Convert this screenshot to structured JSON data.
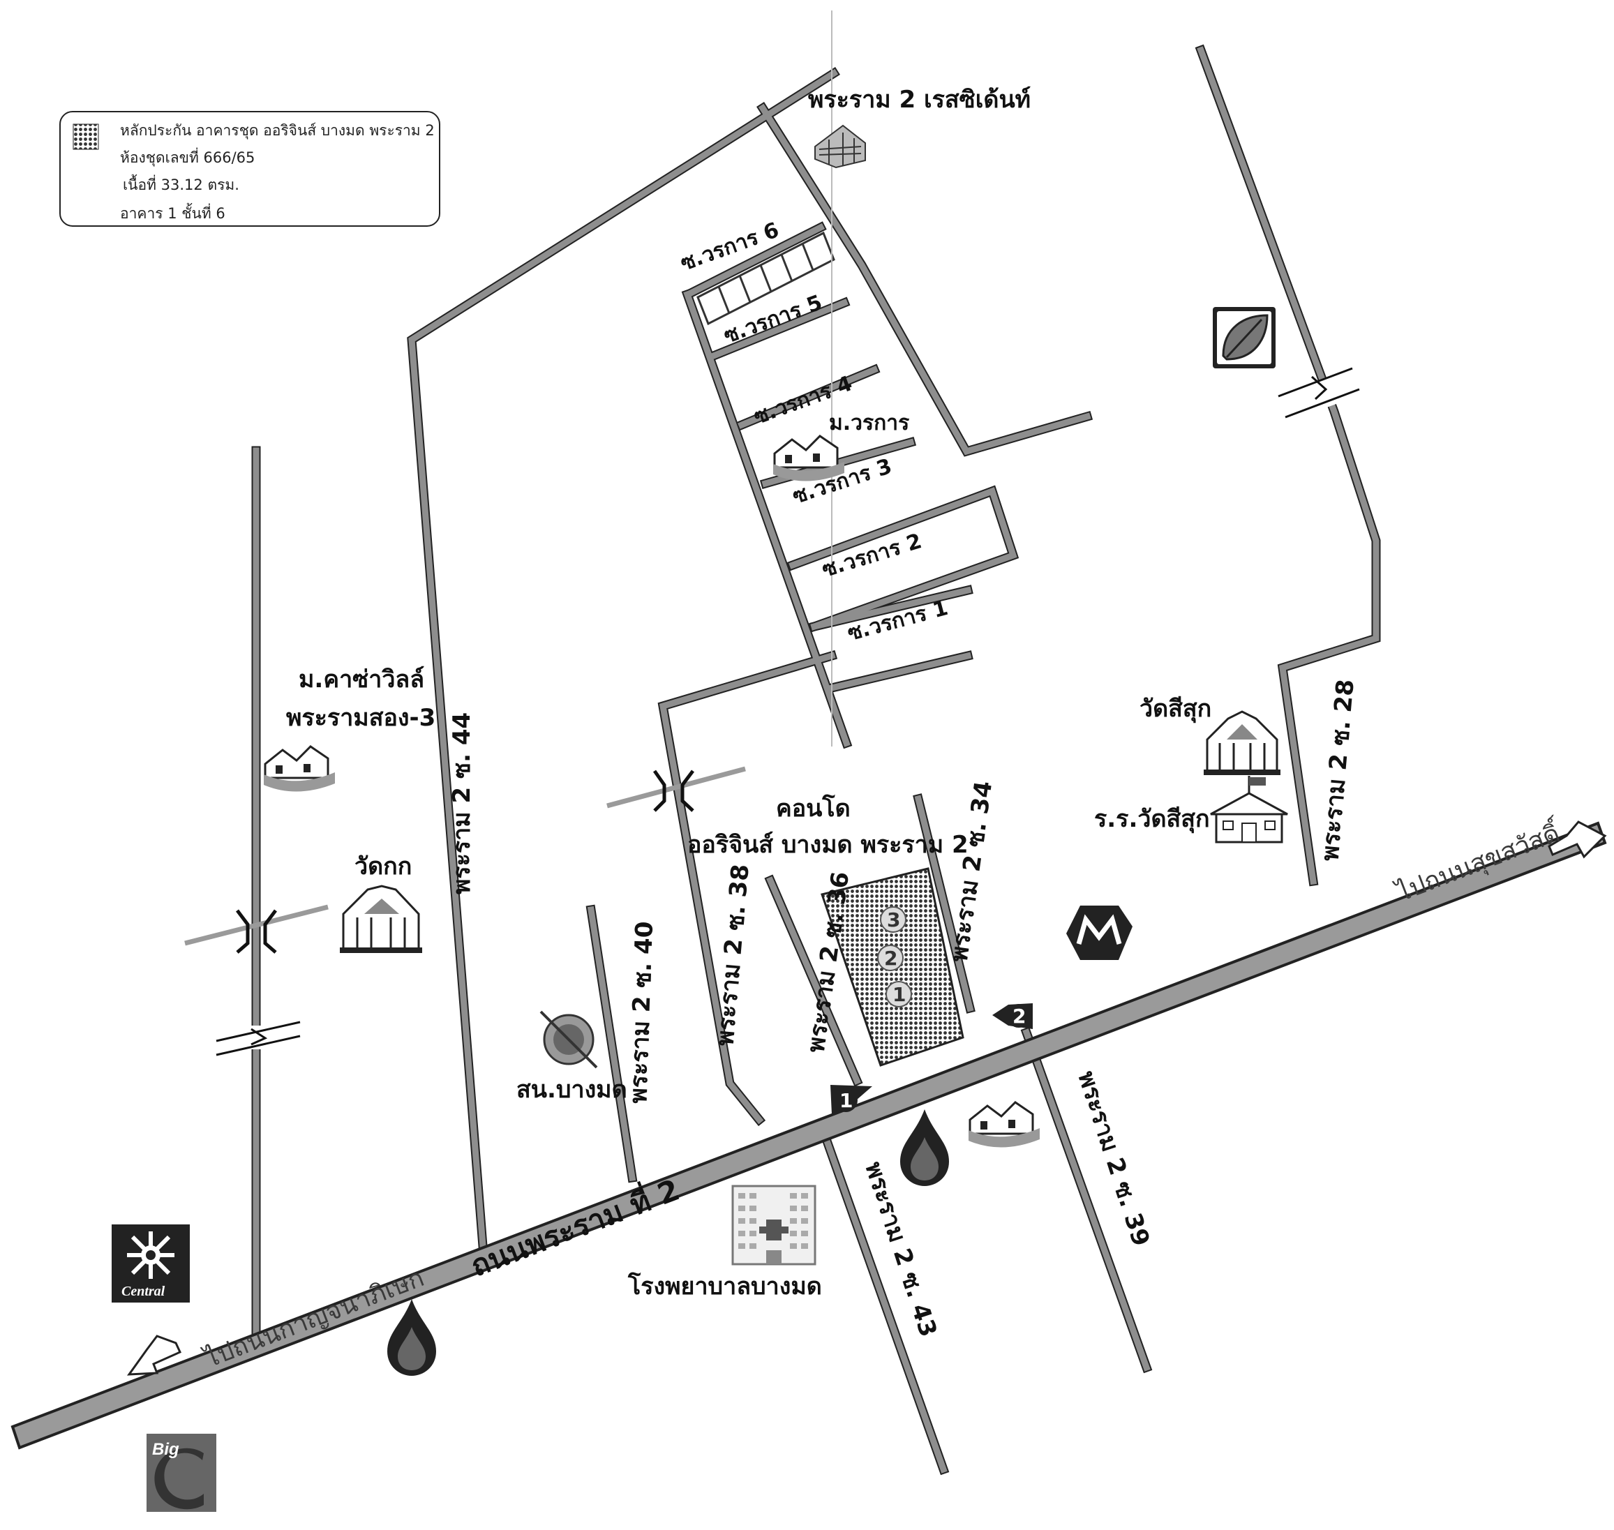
{
  "legend": {
    "line1": "หลักประกัน อาคารชุด ออริจินส์ บางมด พระราม 2",
    "line2": "ห้องชุดเลขที่  666/65",
    "line3": "เนื้อที่ 33.12  ตรม.",
    "line4": "อาคาร 1 ชั้นที่ 6"
  },
  "roads": {
    "main": "ถนนพระราม ที่ 2",
    "to_kanchana": "ไปถนนกาญจนาภิเษก",
    "to_suksawat": "ไปถนนสุขสวัสดิ์",
    "soi44": "พระราม 2 ซ. 44",
    "soi40": "พระราม 2 ซ. 40",
    "soi38": "พระราม 2 ซ. 38",
    "soi36": "พระราม 2 ซ. 36",
    "soi34": "พระราม 2 ซ. 34",
    "soi28": "พระราม 2 ซ. 28",
    "soi43": "พระราม 2 ซ. 43",
    "soi39": "พระราม 2 ซ. 39",
    "worakan1": "ซ.วรการ 1",
    "worakan2": "ซ.วรการ 2",
    "worakan3": "ซ.วรการ 3",
    "worakan4": "ซ.วรการ 4",
    "worakan5": "ซ.วรการ 5",
    "worakan6": "ซ.วรการ 6"
  },
  "places": {
    "residence": "พระราม 2 เรสซิเด้นท์",
    "m_worakan": "ม.วรการ",
    "casa_line1": "ม.คาซ่าวิลล์",
    "casa_line2": "พระรามสอง-3",
    "wat_kok": "วัดกก",
    "bangmod_office": "สน.บางมด",
    "condo_line1": "คอนโด",
    "condo_line2": "ออริจินส์ บางมด พระราม 2",
    "wat_sisuk": "วัดสีสุก",
    "school": "ร.ร.วัดสีสุก",
    "hospital": "โรงพยาบาลบางมด",
    "central": "Central",
    "bigc": "Big"
  },
  "markers": {
    "building3": "3",
    "building2": "2",
    "building1": "1",
    "entry1": "1",
    "entry2": "2"
  },
  "icons": [
    "house-icon",
    "temple-icon",
    "school-icon",
    "hospital-icon",
    "apartment-icon",
    "fuel-drop-icon",
    "bangchak-leaf-icon",
    "police-badge-icon",
    "central-logo-icon",
    "bigc-logo-icon",
    "bridge-icon",
    "road-break-icon",
    "arrow-icon"
  ],
  "colors": {
    "road": "#8e8e8e",
    "road_edge": "#222222",
    "condo_pattern": "#333333"
  }
}
